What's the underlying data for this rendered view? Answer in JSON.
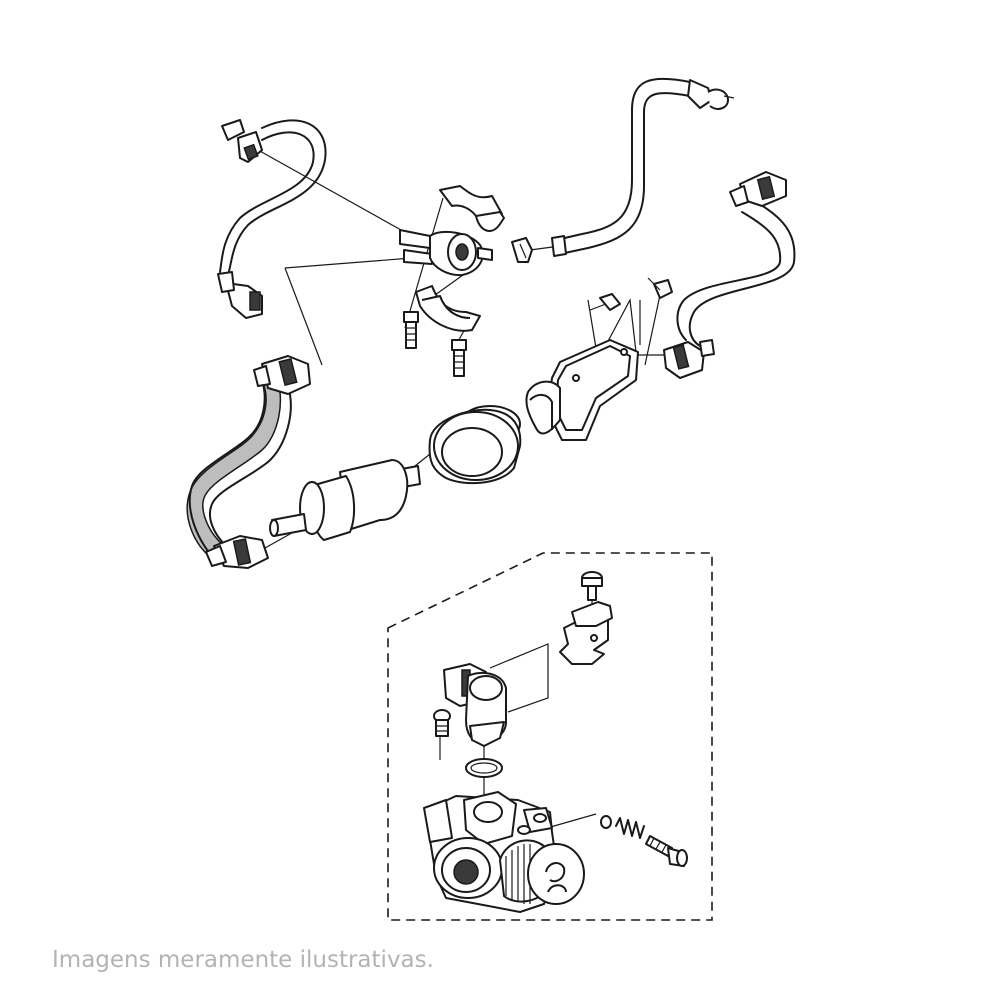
{
  "footer": {
    "disclaimer": "Imagens meramente ilustrativas."
  },
  "colors": {
    "line": "#1a1a1a",
    "shade": "#3a3a3a",
    "hose_highlight": "#bdbdbd",
    "caption": "#b3b3b3",
    "background": "#ffffff"
  },
  "diagram": {
    "type": "exploded-parts-drawing",
    "upper_group": [
      "fuel-hose",
      "hose-connector",
      "fuel-pump",
      "pump-clamp",
      "bolt",
      "fuel-filter",
      "filter-sleeve",
      "filter-bracket",
      "hose-clip"
    ],
    "detail_group": [
      "throttle-body",
      "throttle-position-sensor",
      "o-ring",
      "bracket",
      "screw",
      "idle-adjust-screw",
      "spring"
    ]
  }
}
